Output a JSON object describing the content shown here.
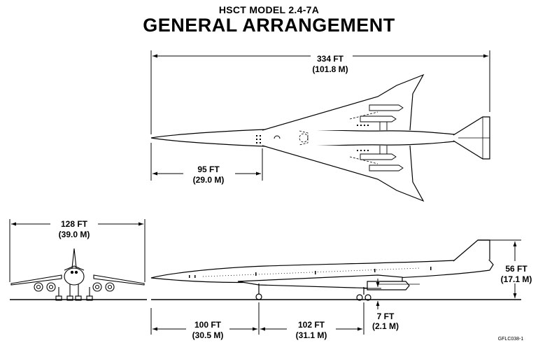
{
  "header": {
    "model": "HSCT MODEL 2.4-7A",
    "title": "GENERAL ARRANGEMENT"
  },
  "dimensions": {
    "overall_length_ft": "334 FT",
    "overall_length_m": "(101.8 M)",
    "nose_to_wing_ft": "95 FT",
    "nose_to_wing_m": "(29.0 M)",
    "wingspan_ft": "128 FT",
    "wingspan_m": "(39.0 M)",
    "height_ft": "56 FT",
    "height_m": "(17.1 M)",
    "ground_clearance_ft": "7 FT",
    "ground_clearance_m": "(2.1 M)",
    "nose_to_nose_gear_ft": "100 FT",
    "nose_to_nose_gear_m": "(30.5 M)",
    "nose_gear_to_main_gear_ft": "102 FT",
    "nose_gear_to_main_gear_m": "(31.1 M)"
  },
  "drawing_code": "GFLC038-1"
}
